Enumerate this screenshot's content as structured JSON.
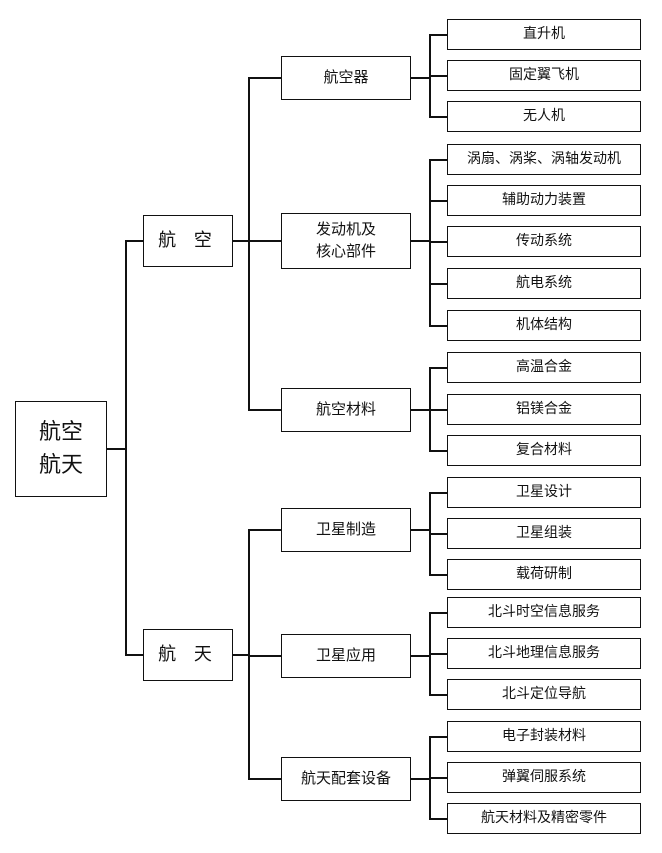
{
  "root": {
    "label": "航空\n航天"
  },
  "branches": [
    {
      "label": "航 空",
      "children": [
        {
          "label": "航空器",
          "items": [
            "直升机",
            "固定翼飞机",
            "无人机"
          ]
        },
        {
          "label": "发动机及\n核心部件",
          "items": [
            "涡扇、涡桨、涡轴发动机",
            "辅助动力装置",
            "传动系统",
            "航电系统",
            "机体结构"
          ]
        },
        {
          "label": "航空材料",
          "items": [
            "高温合金",
            "铝镁合金",
            "复合材料"
          ]
        }
      ]
    },
    {
      "label": "航 天",
      "children": [
        {
          "label": "卫星制造",
          "items": [
            "卫星设计",
            "卫星组装",
            "载荷研制"
          ]
        },
        {
          "label": "卫星应用",
          "items": [
            "北斗时空信息服务",
            "北斗地理信息服务",
            "北斗定位导航"
          ]
        },
        {
          "label": "航天配套设备",
          "items": [
            "电子封装材料",
            "弹翼伺服系统",
            "航天材料及精密零件"
          ]
        }
      ]
    }
  ]
}
